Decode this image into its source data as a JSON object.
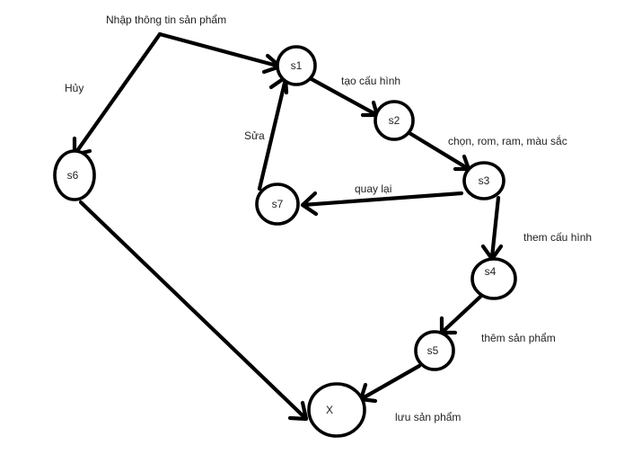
{
  "diagram": {
    "nodes": {
      "s1": "s1",
      "s2": "s2",
      "s3": "s3",
      "s4": "s4",
      "s5": "s5",
      "s6": "s6",
      "s7": "s7",
      "x": "X"
    },
    "labels": {
      "nhap_thong_tin": "Nhập thông tin sản phẩm",
      "huy": "Hủy",
      "tao_cau_hinh": "tạo cấu hình",
      "sua": "Sửa",
      "chon": "chọn, rom, ram, màu sắc",
      "quay_lai": "quay lại",
      "them_cau_hinh": "them cấu hình",
      "them_san_pham": "thêm sản phẩm",
      "luu_san_pham": "lưu sản phẩm"
    }
  }
}
